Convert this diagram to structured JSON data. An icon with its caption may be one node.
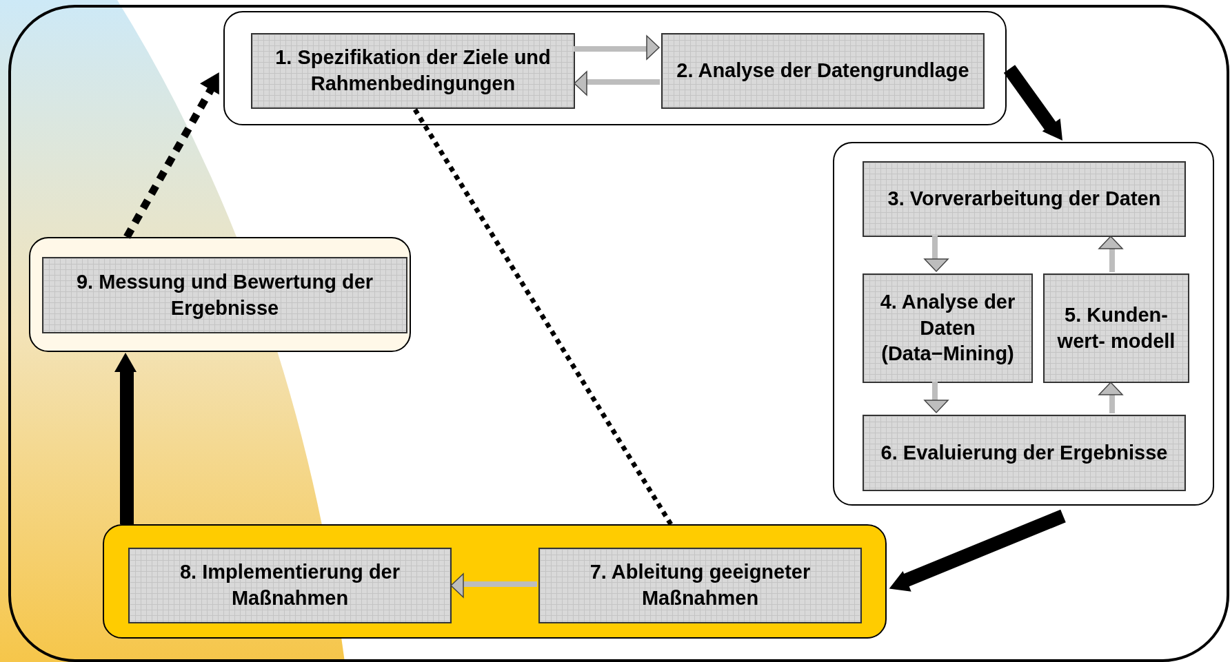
{
  "diagram": {
    "nodes": [
      {
        "text": [],
        "shape": "box"
      },
      {
        "text": [
          "1. Spezifikation der Ziele und Rahmenbedingungen"
        ],
        "in": 0
      },
      {
        "text": [
          "2. Analyse der Datengrundlage"
        ],
        "in": 0
      },
      {
        "text": [],
        "shape": "box"
      },
      {
        "text": [
          "3. Vorverarbeitung der Daten"
        ],
        "in": 3
      },
      {
        "text": [
          "4. Analyse der Daten (Data−Mining)"
        ],
        "in": 3
      },
      {
        "text": [
          "5. Kunden- wert- modell"
        ],
        "in": 3
      },
      {
        "text": [
          "6. Evaluierung der Ergebnisse"
        ],
        "in": 3
      },
      {
        "text": [],
        "shape": "box"
      },
      {
        "text": [
          "7. Ableitung geeigneter Maßnahmen"
        ],
        "in": 8
      },
      {
        "text": [
          "8. Implementierung der Maßnahmen"
        ],
        "in": 8
      },
      {
        "text": [],
        "shape": "box"
      },
      {
        "text": [
          "9. Messung und Bewertung der Ergebnisse"
        ],
        "in": 11
      }
    ],
    "edges": [
      {
        "from": 1,
        "to": 2,
        "arrow": "to"
      },
      {
        "from": 2,
        "to": 1,
        "arrow": "to"
      },
      {
        "from": 0,
        "to": 3,
        "arrow": "to",
        "style": "thick",
        "color": "#000000"
      },
      {
        "from": 4,
        "to": 5,
        "arrow": "to"
      },
      {
        "from": 5,
        "to": 7,
        "arrow": "to"
      },
      {
        "from": 7,
        "to": 6,
        "arrow": "to"
      },
      {
        "from": 6,
        "to": 4,
        "arrow": "to"
      },
      {
        "from": 3,
        "to": 8,
        "arrow": "to",
        "style": "thick",
        "color": "#000000"
      },
      {
        "from": 9,
        "to": 10,
        "arrow": "to"
      },
      {
        "from": 8,
        "to": 11,
        "arrow": "to",
        "style": "thick",
        "color": "#000000"
      },
      {
        "from": 11,
        "to": 0,
        "arrow": "to",
        "style": "dashed",
        "color": "#000000"
      },
      {
        "from": 8,
        "to": 1,
        "arrow": "none",
        "style": "dashed",
        "color": "#000000"
      }
    ]
  }
}
